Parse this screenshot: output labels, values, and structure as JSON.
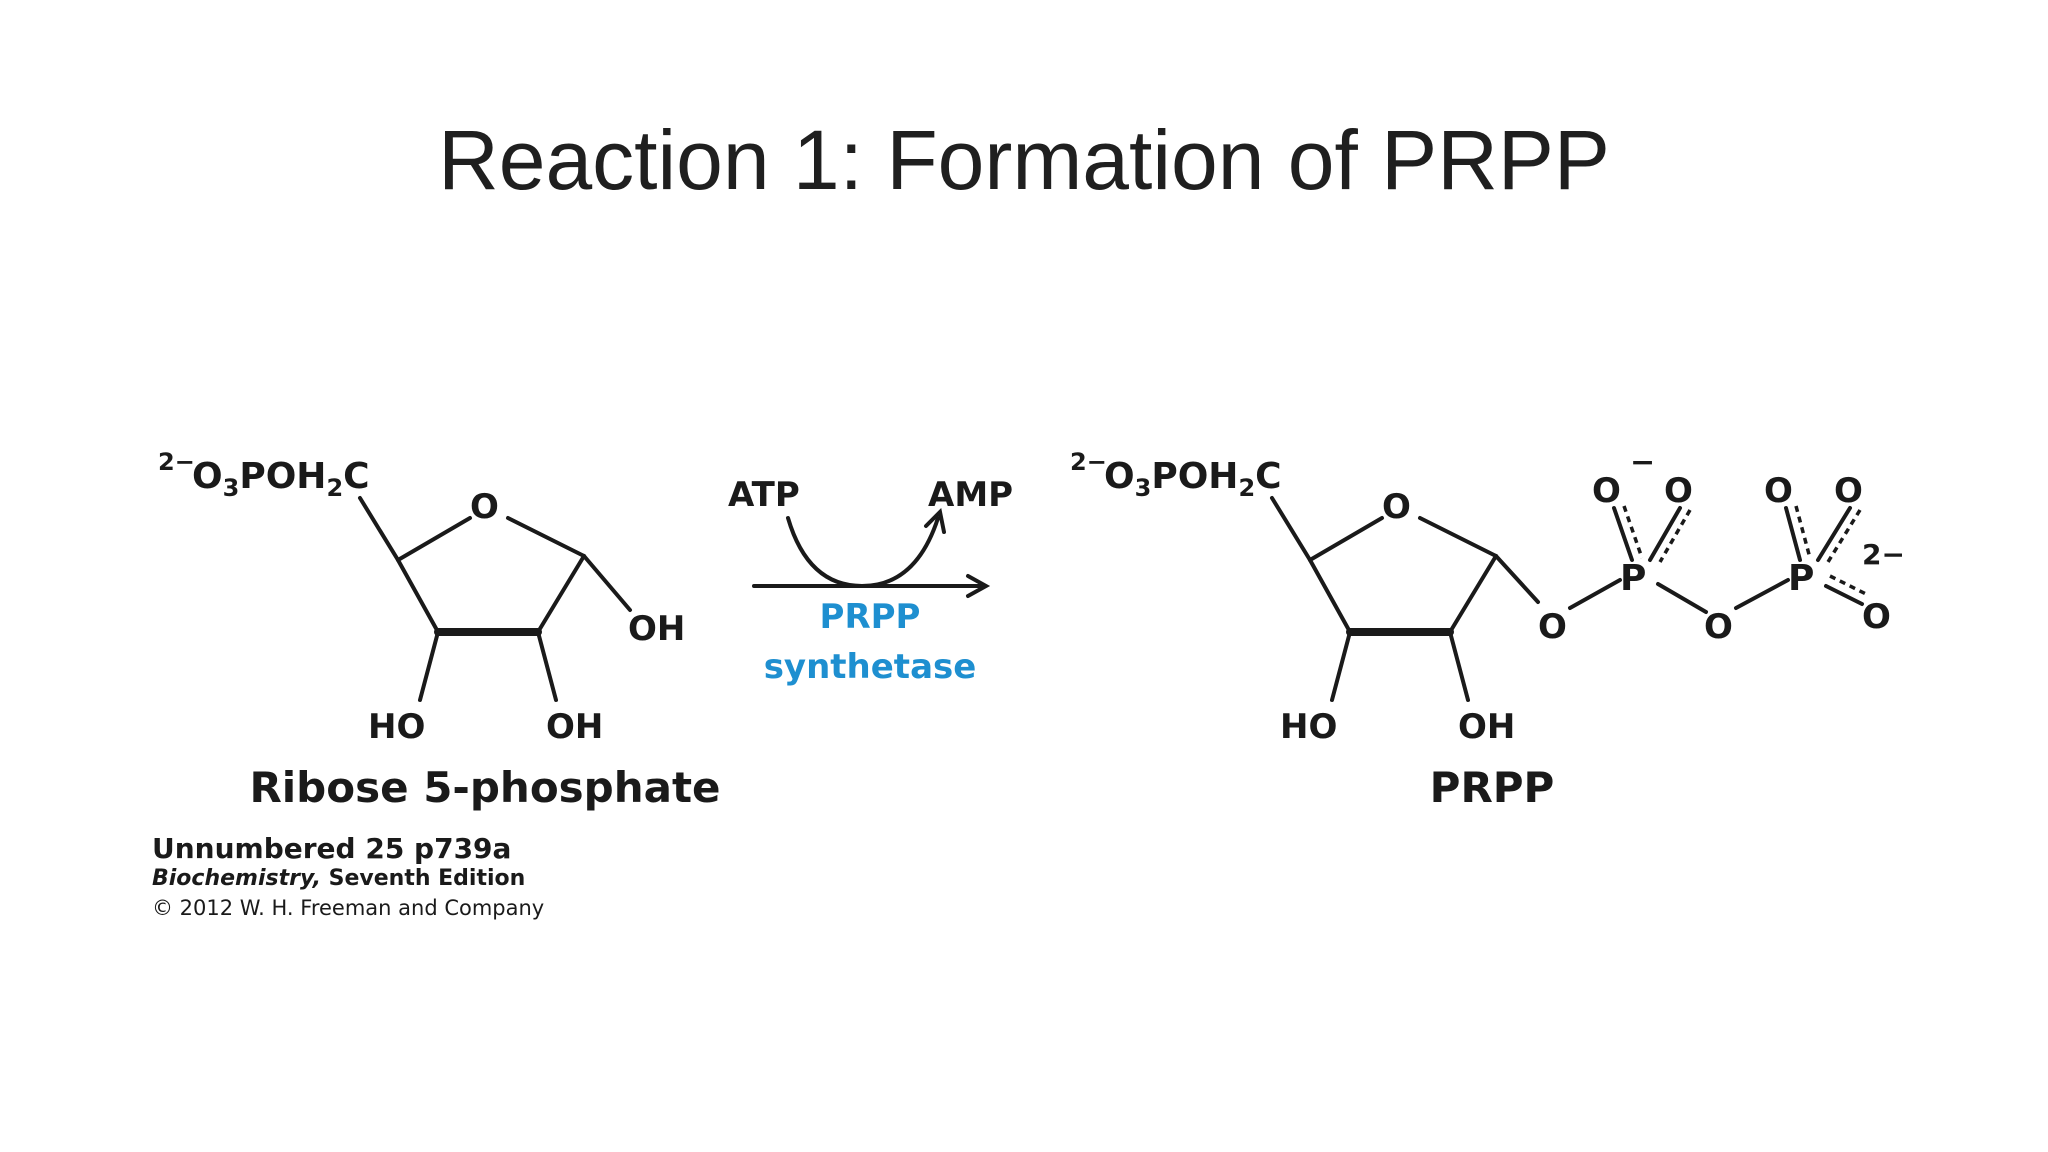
{
  "slide": {
    "title": "Reaction 1: Formation of PRPP"
  },
  "reactant": {
    "phosphate_charge": "2−",
    "phosphate_group": "O",
    "phosphate_sub": "3",
    "phosphate_rest": "POH",
    "phosphate_sub2": "2",
    "phosphate_c": "C",
    "ring_o": "O",
    "oh_right": "OH",
    "ho_bottom": "HO",
    "oh_bottom": "OH",
    "name": "Ribose 5-phosphate"
  },
  "arrow": {
    "cofactor_in": "ATP",
    "cofactor_out": "AMP",
    "enzyme_line1": "PRPP",
    "enzyme_line2": "synthetase",
    "enzyme_color": "#1e8fd0"
  },
  "product": {
    "phosphate_charge": "2−",
    "phosphate_group": "O",
    "phosphate_sub": "3",
    "phosphate_rest": "POH",
    "phosphate_sub2": "2",
    "phosphate_c": "C",
    "ring_o": "O",
    "ho_bottom": "HO",
    "oh_bottom": "OH",
    "bridge_o1": "O",
    "p1": "P",
    "p1_o_left": "O",
    "p1_o_right": "O",
    "p1_charge": "−",
    "bridge_o2": "O",
    "p2": "P",
    "p2_o_left": "O",
    "p2_o_right": "O",
    "p2_o_bottom": "O",
    "p2_charge": "2−",
    "name": "PRPP"
  },
  "caption": {
    "line1": "Unnumbered 25 p739a",
    "line2_italic": "Biochemistry,",
    "line2_rest": " Seventh Edition",
    "line3": "© 2012 W. H. Freeman and Company"
  }
}
